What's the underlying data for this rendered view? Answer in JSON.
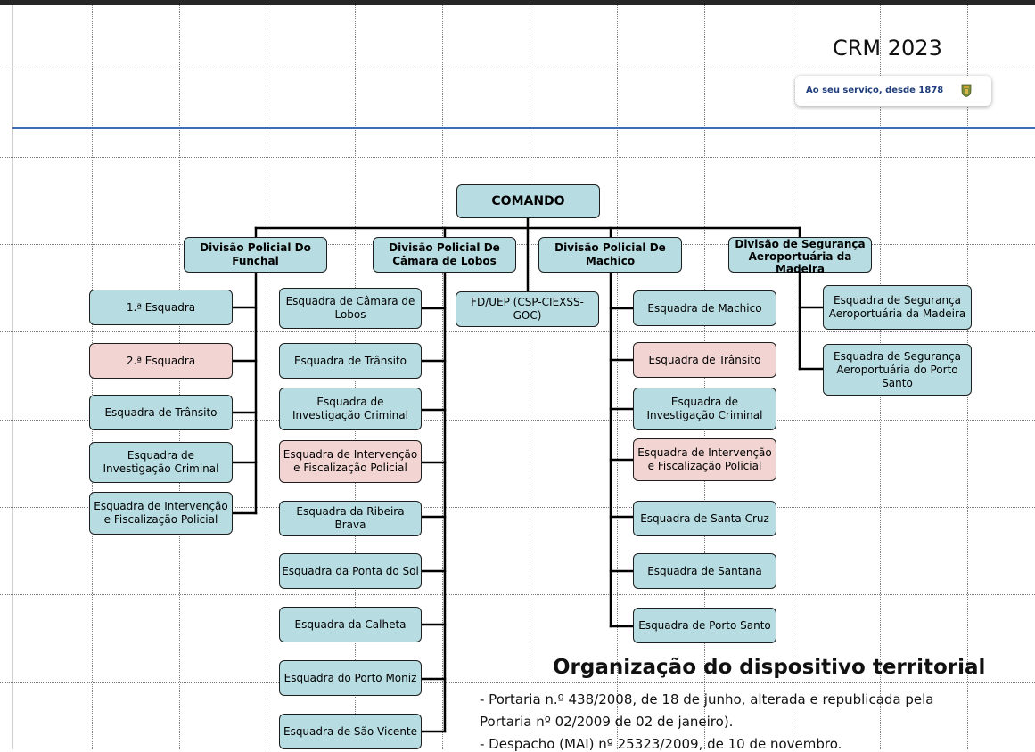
{
  "header": {
    "title": "CRM 2023",
    "slogan": "Ao seu serviço, desde 1878",
    "slogan_icon": "coat-of-arms-icon",
    "rule_color": "#3f6bb5"
  },
  "colors": {
    "box_fill": "#b7dde2",
    "box_highlight_fill": "#f2d5d3",
    "line": "#000000"
  },
  "org": {
    "comando": "COMANDO",
    "funchal": {
      "title": "Divisão Policial Do Funchal",
      "units": [
        "1.ª Esquadra",
        "2.ª Esquadra",
        "Esquadra de Trânsito",
        "Esquadra de Investigação Criminal",
        "Esquadra de Intervenção e Fiscalização Policial"
      ]
    },
    "camara": {
      "title": "Divisão Policial De Câmara de Lobos",
      "units": [
        "Esquadra de Câmara de Lobos",
        "Esquadra de Trânsito",
        "Esquadra de Investigação Criminal",
        "Esquadra de Intervenção e Fiscalização Policial",
        "Esquadra da Ribeira Brava",
        "Esquadra da Ponta do Sol",
        "Esquadra da Calheta",
        "Esquadra do Porto Moniz",
        "Esquadra de São Vicente"
      ]
    },
    "fduep": "FD/UEP (CSP-CIEXSS-GOC)",
    "machico": {
      "title": "Divisão Policial De Machico",
      "units": [
        "Esquadra de Machico",
        "Esquadra de Trânsito",
        "Esquadra de Investigação Criminal",
        "Esquadra de Intervenção e Fiscalização Policial",
        "Esquadra de Santa Cruz",
        "Esquadra de Santana",
        "Esquadra de Porto Santo"
      ]
    },
    "aero": {
      "title": "Divisão de Segurança Aeroportuária da Madeira",
      "units": [
        "Esquadra de Segurança Aeroportuária da Madeira",
        "Esquadra de Segurança Aeroportuária do Porto Santo"
      ]
    }
  },
  "section": {
    "title": "Organização do dispositivo territorial",
    "lines": [
      "- Portaria n.º 438/2008, de 18 de junho, alterada e republicada pela",
      "Portaria nº 02/2009 de 02 de janeiro).",
      "- Despacho (MAI) nº 25323/2009, de 10 de novembro."
    ]
  }
}
